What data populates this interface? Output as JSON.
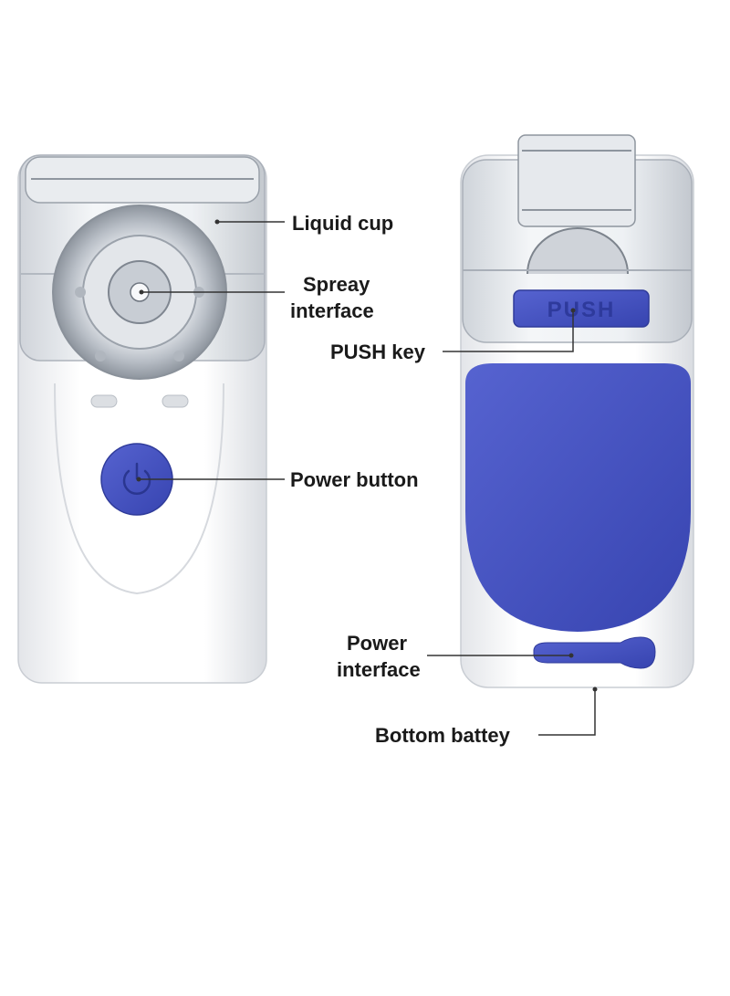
{
  "labels": {
    "liquid_cup": "Liquid cup",
    "spray_interface": [
      "Spreay",
      "interface"
    ],
    "push_key": "PUSH key",
    "power_button": "Power button",
    "power_interface": [
      "Power",
      "interface"
    ],
    "bottom_battery": "Bottom battey"
  },
  "device_text": {
    "push_button": "PUSH"
  },
  "colors": {
    "accent_blue": "#4150c0",
    "body_white": "#f2f3f5",
    "leader_line": "#333333"
  }
}
